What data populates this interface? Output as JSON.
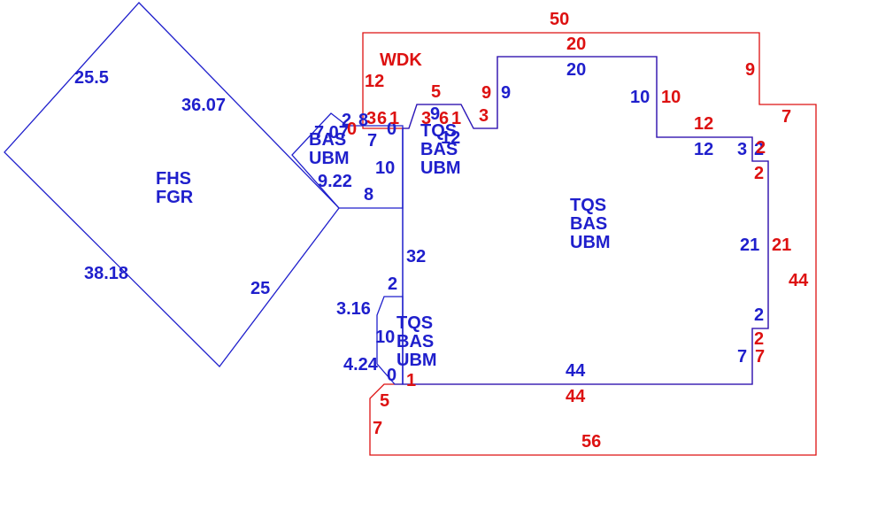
{
  "colors": {
    "blue": "#1f1fcc",
    "red": "#dd1111"
  },
  "areas": {
    "fhs": [
      "FHS",
      "FGR"
    ],
    "bas_small": [
      "BAS",
      "UBM"
    ],
    "tqs_top": [
      "TQS",
      "BAS",
      "UBM"
    ],
    "tqs_main": [
      "TQS",
      "BAS",
      "UBM"
    ],
    "tqs_low": [
      "TQS",
      "BAS",
      "UBM"
    ],
    "wdk": "WDK"
  },
  "dims": {
    "fhs_top_left": "25.5",
    "fhs_top_right": "36.07",
    "fhs_bottom_left": "38.18",
    "fhs_bottom_right": "25",
    "bay_a": "7.07",
    "bay_b": "2",
    "bay_c": "8",
    "bay_d": "7",
    "bay_e": "10",
    "bay_f": "9.22",
    "bay_g": "8",
    "bay_zero": "0",
    "top_small_blue": "9",
    "top_small_blue2": "12",
    "main_top": "20",
    "main_top_right": "9",
    "step_down": "10",
    "step_right": "12",
    "notch_top": "3",
    "notch_mid": "2",
    "main_right": "21",
    "notch_low": "2",
    "main_bot_right": "7",
    "main_bottom": "44",
    "main_left": "32",
    "low_step": "2",
    "oct_top": "3.16",
    "oct_side": "10",
    "oct_bot": "4.24",
    "oct_zero": "0",
    "wdk_top": "50",
    "wdk_inner_top": "20",
    "wdk_right_top": "9",
    "wdk_right_diag": "7",
    "wdk_step": "10",
    "wdk_step_r": "12",
    "wdk_notch": "2",
    "wdk_notch2": "2",
    "wdk_right": "21",
    "wdk_far_right": "44",
    "wdk_notch3": "2",
    "wdk_bot_right": "7",
    "wdk_bottom_inner": "44",
    "wdk_bottom": "56",
    "wdk_left_a": "5",
    "wdk_left_b": "7",
    "wdk_left_one": "1",
    "wdk_left_top": "12",
    "wdk_peak": "5",
    "wdk_peak_r": "9",
    "wdk_peak_r2": "3",
    "wdk_cluster_a": "3",
    "wdk_cluster_b": "3",
    "wdk_cluster_c": "6",
    "wdk_cluster_d": "6",
    "wdk_cluster_e": "1",
    "wdk_cluster_f": "1",
    "wdk_zero": "0"
  }
}
